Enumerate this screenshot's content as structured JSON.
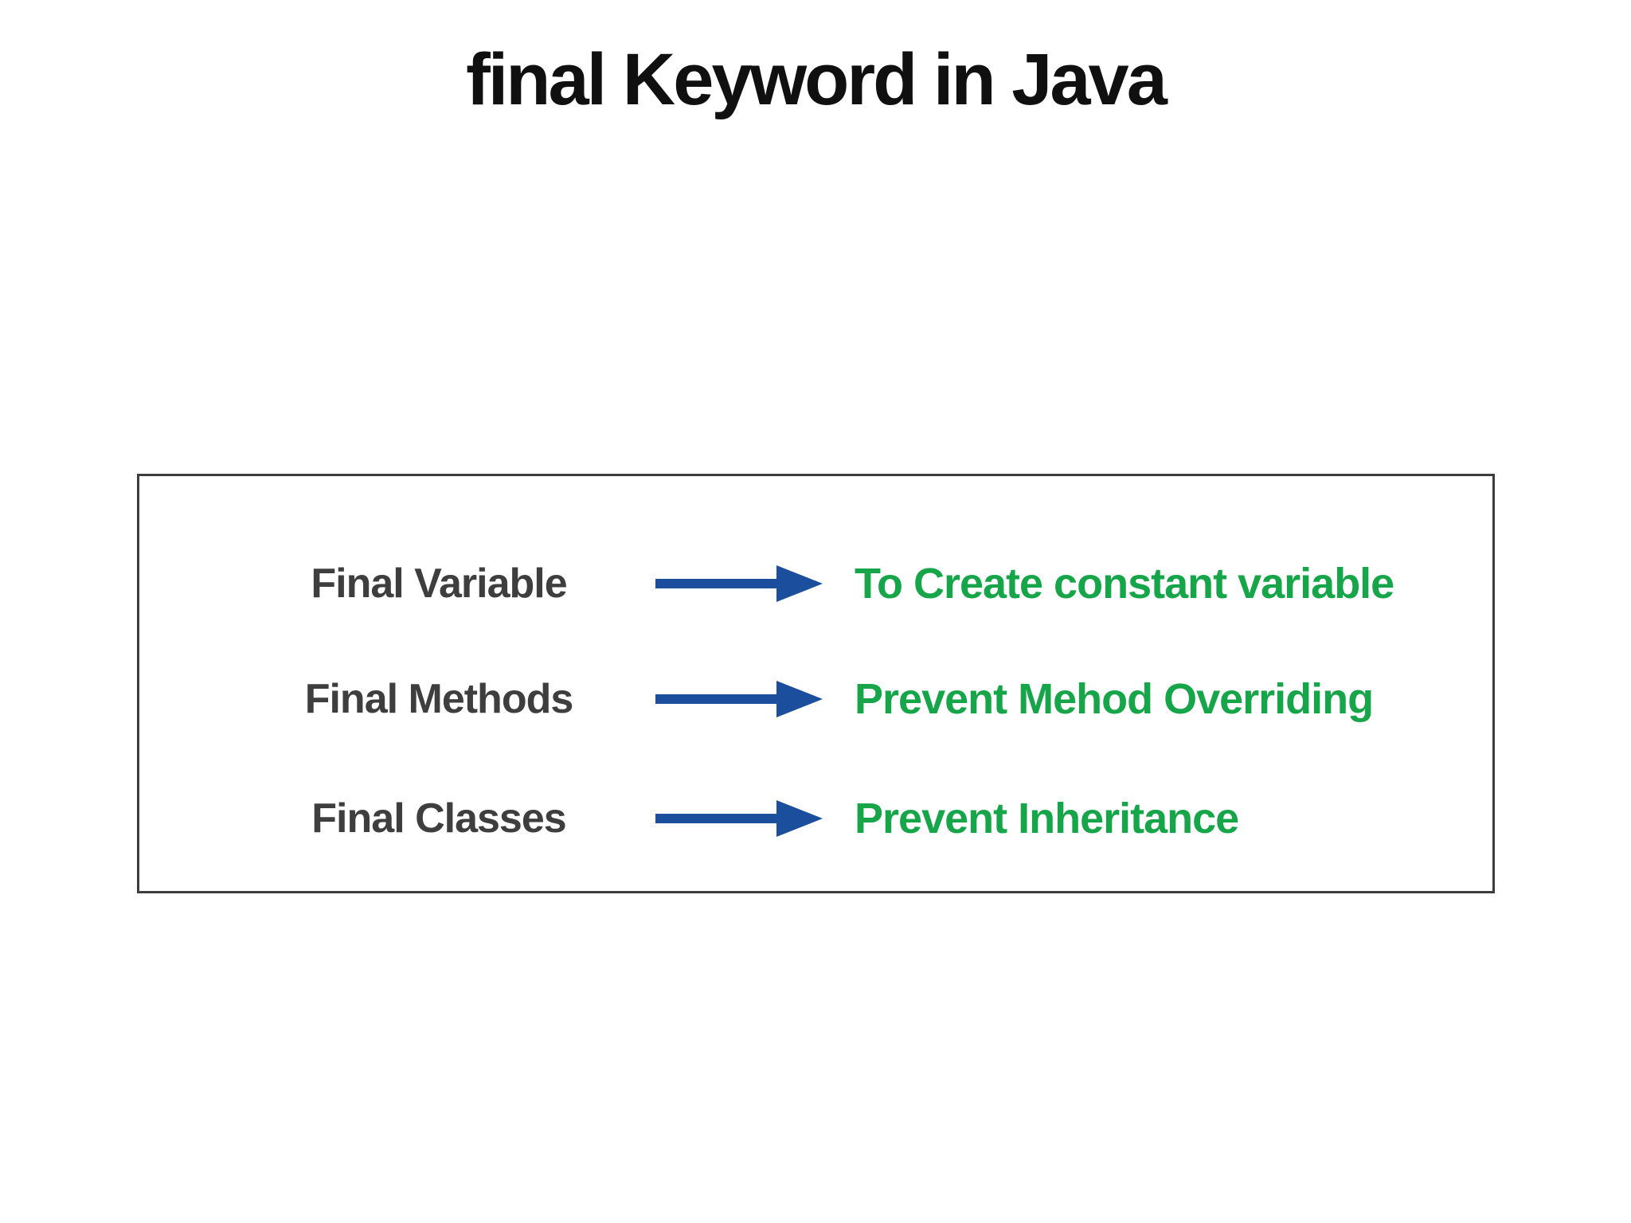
{
  "title": "final Keyword in Java",
  "colors": {
    "arrow_blue": "#1b4f9e",
    "result_green": "#17a54a",
    "label_gray": "#3e3e3e",
    "title_black": "#101010",
    "border_gray": "#3d3d3d",
    "bg": "#ffffff"
  },
  "icons": {
    "arrow": "arrow-right"
  },
  "diagram": {
    "rows": [
      {
        "label": "Final Variable",
        "result": "To Create constant variable"
      },
      {
        "label": "Final Methods",
        "result": "Prevent Mehod Overriding"
      },
      {
        "label": "Final Classes",
        "result": "Prevent Inheritance"
      }
    ]
  }
}
